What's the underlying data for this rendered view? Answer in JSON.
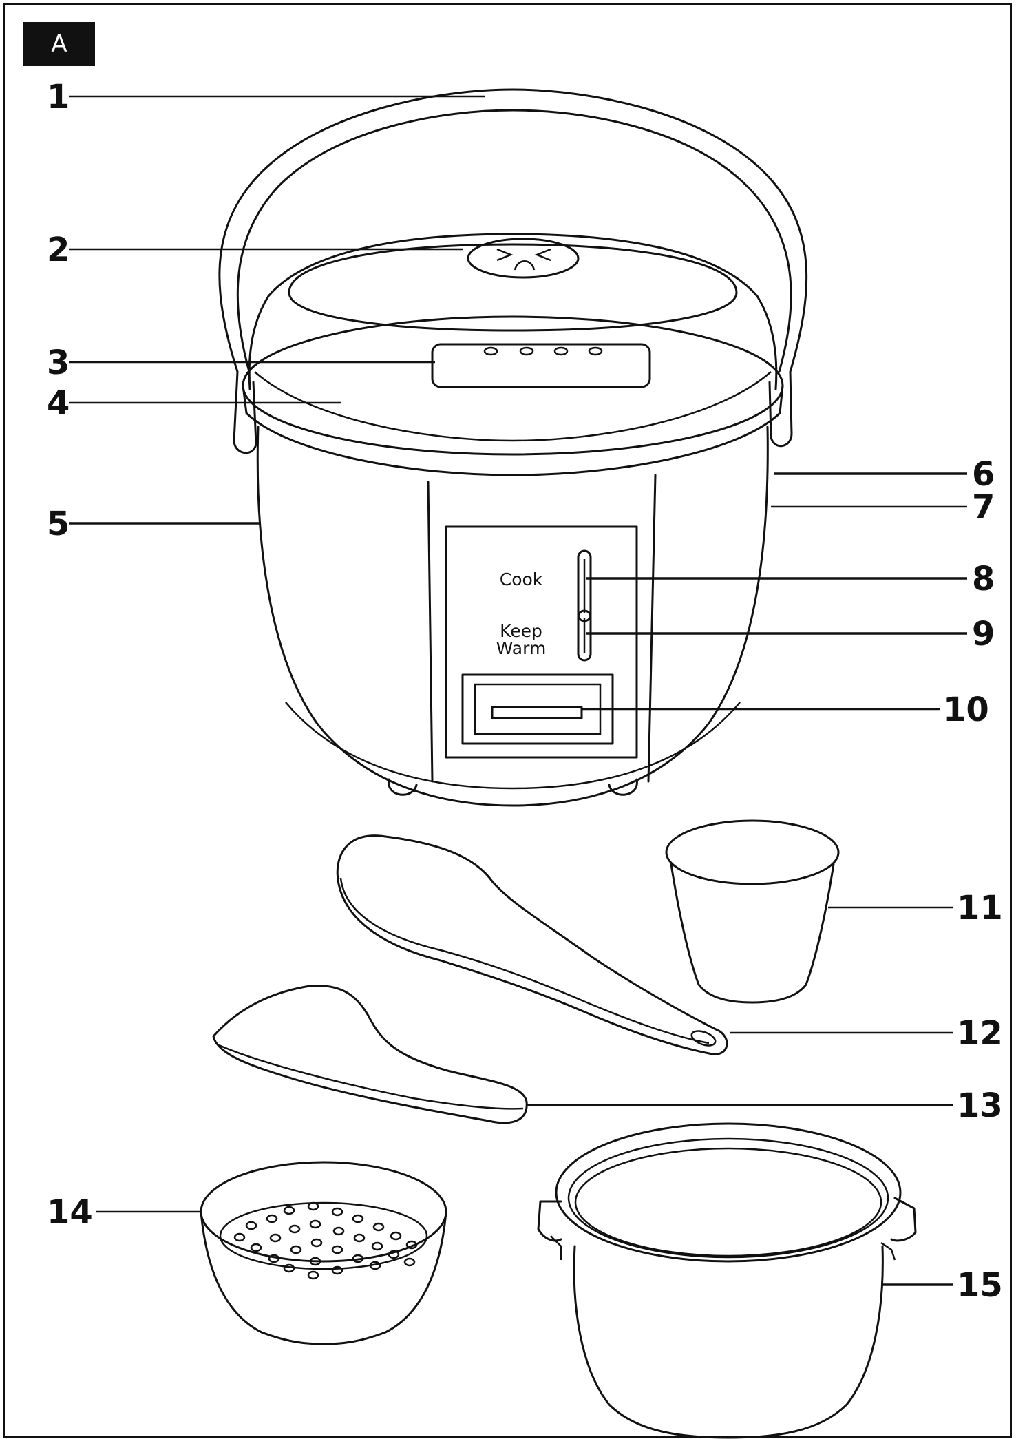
{
  "figure": {
    "section_label": "A",
    "panel": {
      "cook_label": "Cook",
      "keep_warm_line1": "Keep",
      "keep_warm_line2": "Warm"
    },
    "callouts": [
      "1",
      "2",
      "3",
      "4",
      "5",
      "6",
      "7",
      "8",
      "9",
      "10",
      "11",
      "12",
      "13",
      "14",
      "15"
    ]
  },
  "colors": {
    "ink": "#111111",
    "background": "#ffffff"
  }
}
